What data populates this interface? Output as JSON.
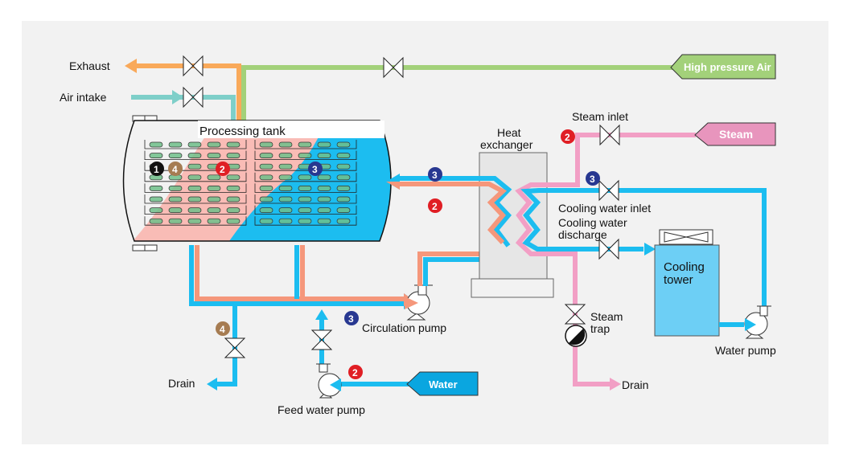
{
  "title": "Processing tank system flow diagram",
  "colors": {
    "background": "#f2f2f2",
    "exhaust": "#f9a95a",
    "air_intake": "#7ecfc9",
    "high_pressure_air": "#a3d17a",
    "steam": "#f29fc5",
    "hot_water": "#f5977b",
    "cooling_water": "#1cbdf0",
    "tank_pink": "#f9bcb6",
    "tank_blue": "#1cbdf0",
    "cooling_tower": "#6dcff5",
    "heat_exchanger": "#e6e6e6",
    "badge_1": "#111111",
    "badge_2": "#e01e24",
    "badge_3": "#283891",
    "badge_4": "#a67c52"
  },
  "labels": {
    "exhaust": "Exhaust",
    "air_intake": "Air intake",
    "high_pressure_air": "High pressure Air",
    "processing_tank": "Processing tank",
    "heat_exchanger_line1": "Heat",
    "heat_exchanger_line2": "exchanger",
    "steam_inlet": "Steam inlet",
    "steam": "Steam",
    "cooling_water_inlet": "Cooling water inlet",
    "cooling_water_discharge_line1": "Cooling water",
    "cooling_water_discharge_line2": "discharge",
    "cooling_tower_line1": "Cooling",
    "cooling_tower_line2": "tower",
    "steam_trap_line1": "Steam",
    "steam_trap_line2": "trap",
    "water_pump": "Water pump",
    "circulation_pump": "Circulation pump",
    "feed_water_pump": "Feed water pump",
    "water": "Water",
    "drain_left": "Drain",
    "drain_right": "Drain"
  },
  "badges": {
    "one": "1",
    "two": "2",
    "three": "3",
    "four": "4"
  }
}
